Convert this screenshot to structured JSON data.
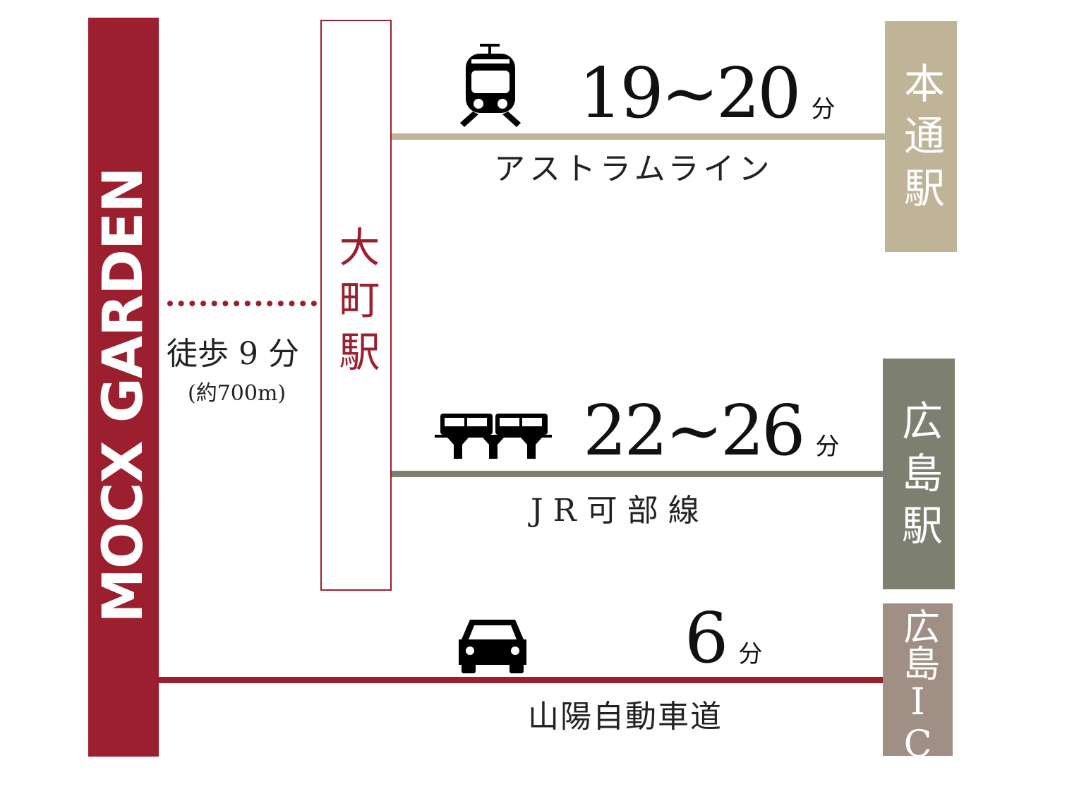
{
  "property": {
    "name": "MOCX GARDEN",
    "color": "#9b1f2e"
  },
  "origin_station": {
    "name": "大町駅"
  },
  "walk": {
    "label": "徒歩 9 分",
    "distance": "(約700m)"
  },
  "routes": [
    {
      "icon": "tram-icon",
      "time": "19~20",
      "unit": "分",
      "line": "アストラムライン",
      "destination": "本通駅",
      "color": "#bfb498"
    },
    {
      "icon": "monorail-icon",
      "time": "22~26",
      "unit": "分",
      "line": "JR可部線",
      "destination": "広島駅",
      "color": "#7d8070"
    },
    {
      "icon": "car-icon",
      "time": "6",
      "unit": "分",
      "line": "山陽自動車道",
      "destination": "広島IC",
      "color": "#a08f84"
    }
  ]
}
